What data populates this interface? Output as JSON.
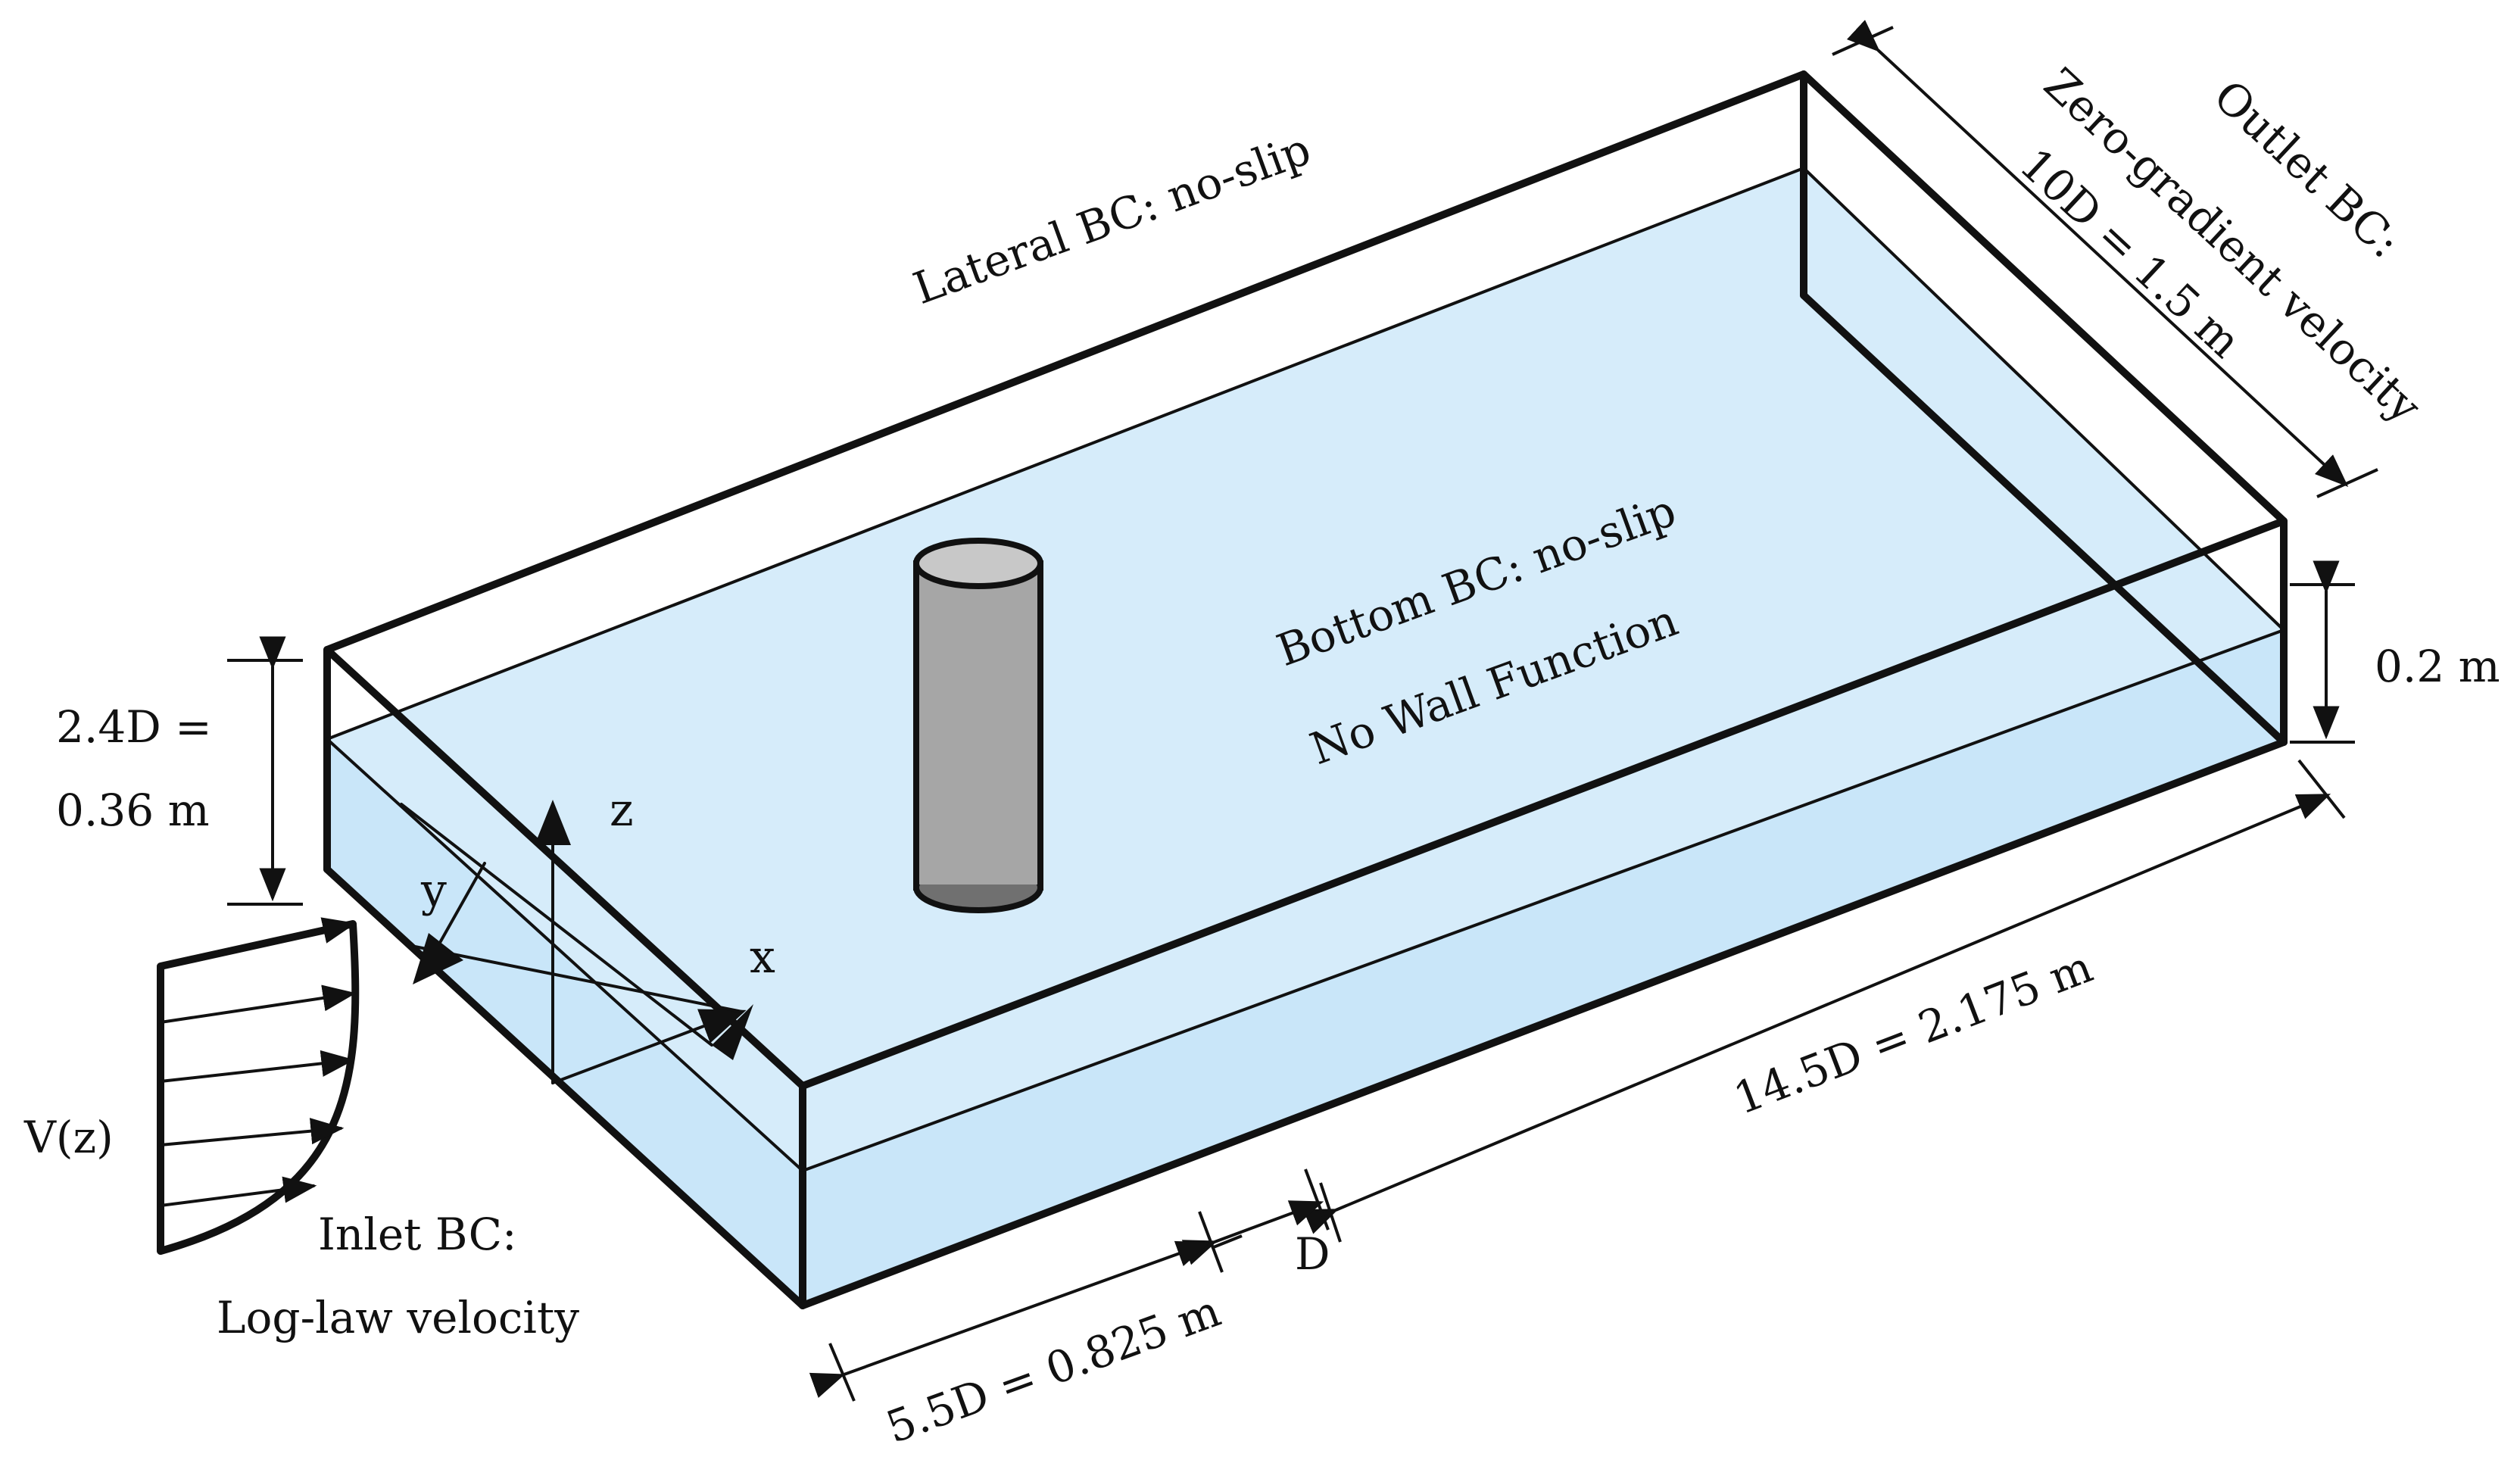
{
  "labels": {
    "lateral_bc": "Lateral BC: no-slip",
    "outlet_bc_line1": "Outlet BC:",
    "outlet_bc_line2": "Zero-gradient velocity",
    "outlet_width": "10D = 1.5 m",
    "bottom_bc_line1": "Bottom BC: no-slip",
    "bottom_bc_line2": "No Wall Function",
    "inlet_height_line1": "2.4D =",
    "inlet_height_line2": "0.36 m",
    "water_depth": "0.2 m",
    "axis_z": "z",
    "axis_y": "y",
    "axis_x": "x",
    "velocity_profile": "V(z)",
    "inlet_bc_line1": "Inlet BC:",
    "inlet_bc_line2": "Log-law velocity",
    "downstream_length": "14.5D = 2.175 m",
    "pier_diameter": "D",
    "upstream_length": "5.5D = 0.825 m"
  },
  "colors": {
    "water": "#d6ecfa",
    "water_front": "#c9e6f9",
    "pier_body": "#a6a6a6",
    "pier_top": "#c8c8c8",
    "pier_bottom": "#707070",
    "line": "#111111"
  }
}
